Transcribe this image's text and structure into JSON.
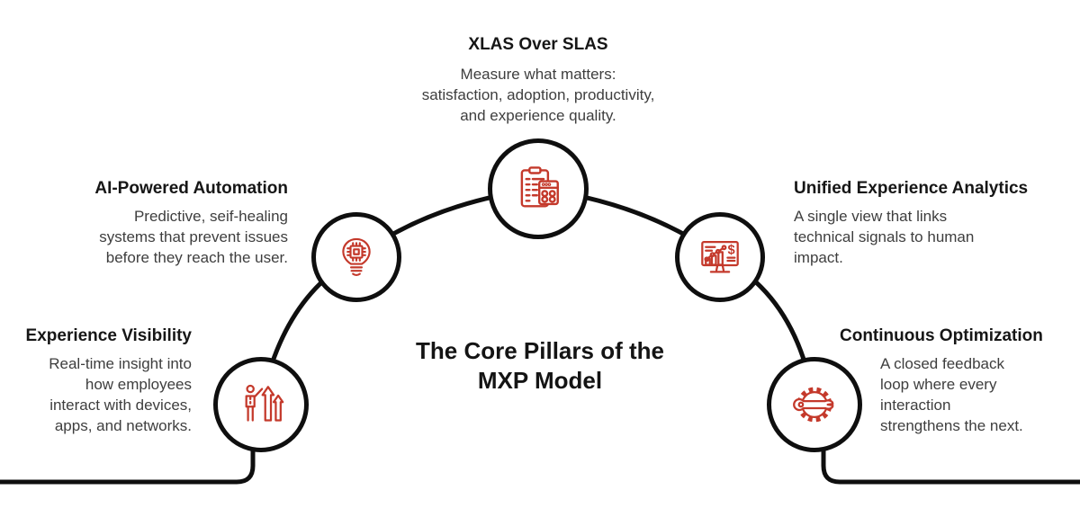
{
  "diagram_title": "The Core Pillars of the\nMXP Model",
  "colors": {
    "accent_red": "#c4392b",
    "line_black": "#0f0f0f",
    "heading_text": "#161616",
    "body_text": "#3e3e3e",
    "background": "#ffffff"
  },
  "pillars": [
    {
      "id": "xlas-over-slas",
      "title": "XLAS Over SLAS",
      "description": "Measure what matters:\nsatisfaction, adoption, productivity,\nand experience quality.",
      "icon": "checklist-calculator-icon",
      "position": "top-center"
    },
    {
      "id": "ai-powered-automation",
      "title": "AI-Powered Automation",
      "description": "Predictive, seif-healing\nsystems that prevent issues\nbefore they reach the user.",
      "icon": "lightbulb-chip-icon",
      "position": "upper-left"
    },
    {
      "id": "experience-visibility",
      "title": "Experience Visibility",
      "description": "Real-time insight into\nhow employees\ninteract with devices,\napps, and networks.",
      "icon": "person-growth-arrows-icon",
      "position": "lower-left"
    },
    {
      "id": "unified-experience-analytics",
      "title": "Unified Experience Analytics",
      "description": "A single view that links\ntechnical signals to human\nimpact.",
      "icon": "analytics-monitor-dollar-icon",
      "position": "upper-right"
    },
    {
      "id": "continuous-optimization",
      "title": "Continuous Optimization",
      "description": "A closed feedback\nloop where every\ninteraction\nstrengthens the next.",
      "icon": "gear-wrench-icon",
      "position": "lower-right"
    }
  ]
}
